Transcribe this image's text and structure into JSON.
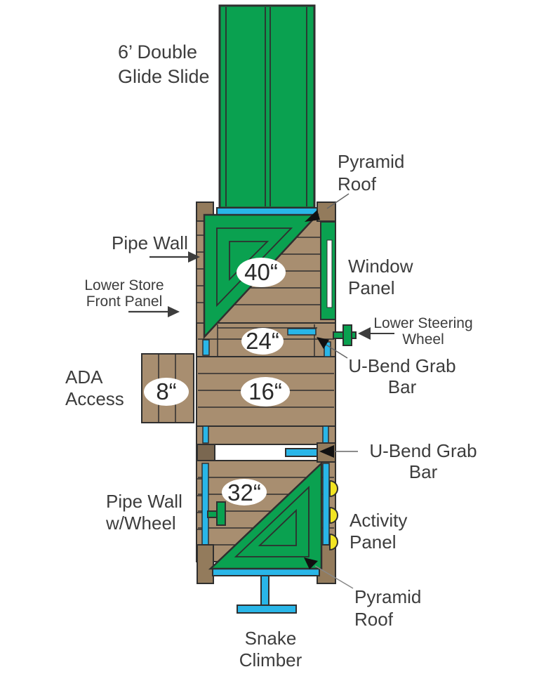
{
  "diagram": {
    "type": "playground-structure-plan-view",
    "labels": {
      "slide": "6’ Double Glide Slide",
      "pyramid_roof_top": "Pyramid Roof",
      "pipe_wall": "Pipe Wall",
      "lower_store_front_panel": "Lower Store Front Panel",
      "window_panel": "Window Panel",
      "lower_steering_wheel": "Lower Steering Wheel",
      "u_bend_grab_bar_upper": "U-Bend Grab Bar",
      "ada_access": "ADA Access",
      "u_bend_grab_bar_lower": "U-Bend Grab Bar",
      "pipe_wall_w_wheel": "Pipe Wall w/Wheel",
      "activity_panel": "Activity Panel",
      "pyramid_roof_bottom": "Pyramid Roof",
      "snake_climber": "Snake Climber"
    },
    "dimensions": {
      "deck40": "40“",
      "deck24": "24“",
      "deck16": "16“",
      "ada8": "8“",
      "deck32": "32“"
    },
    "colors": {
      "roof_slide_green": "#0aa150",
      "deck_brown": "#a88e70",
      "post_brown": "#937b5c",
      "dark_post_brown": "#7a6750",
      "component_blue": "#29b6e8",
      "activity_yellow": "#f2e422",
      "outline": "#2f2f2f",
      "label_text": "#3d3d3d"
    }
  }
}
